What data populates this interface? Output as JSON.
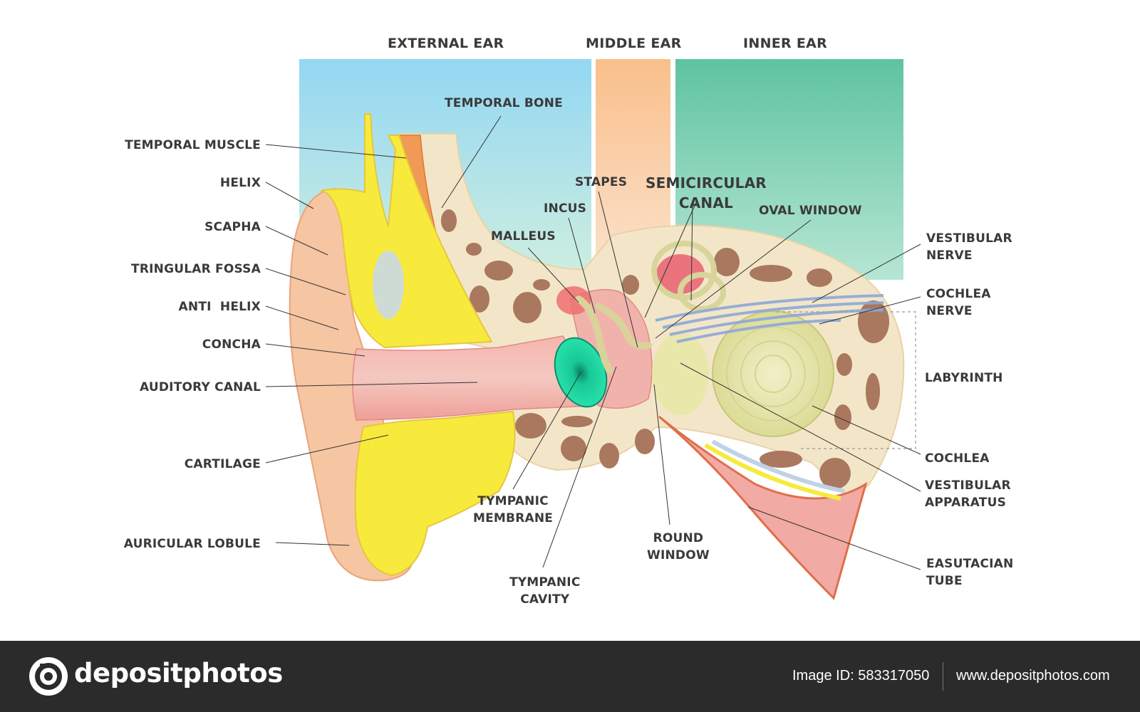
{
  "sections": {
    "external": "EXTERNAL EAR",
    "middle": "MIDDLE EAR",
    "inner": "INNER EAR"
  },
  "labels": {
    "temporal_bone": "TEMPORAL BONE",
    "temporal_muscle": "TEMPORAL MUSCLE",
    "helix": "HELIX",
    "scapha": "SCAPHA",
    "triangular_fossa": "TRINGULAR FOSSA",
    "anti_helix": "ANTI  HELIX",
    "concha": "CONCHA",
    "auditory_canal": "AUDITORY CANAL",
    "cartilage": "CARTILAGE",
    "auricular_lobule": "AURICULAR LOBULE",
    "stapes": "STAPES",
    "incus": "INCUS",
    "malleus": "MALLEUS",
    "semicircular_canal": "SEMICIRCULAR\nCANAL",
    "oval_window": "OVAL WINDOW",
    "vestibular_nerve": "VESTIBULAR\nNERVE",
    "cochlea_nerve": "COCHLEA\nNERVE",
    "labyrinth": "LABYRINTH",
    "cochlea": "COCHLEA",
    "vestibular_apparatus": "VESTIBULAR\nAPPARATUS",
    "eustachian_tube": "EASUTACIAN\nTUBE",
    "tympanic_membrane": "TYMPANIC\nMEMBRANE",
    "tympanic_cavity": "TYMPANIC\nCAVITY",
    "round_window": "ROUND\nWINDOW"
  },
  "colors": {
    "external_bg": "#9fdcef",
    "middle_bg": "#f9c596",
    "inner_bg": "#6cc7a8",
    "skin": "#f6c5a2",
    "cartilage": "#f7ea3c",
    "bone": "#f3e6c8",
    "bone_spot": "#a9785e",
    "canal": "#f2a8a3",
    "membrane": "#1ed6a0",
    "cochlea": "#ebe9b0",
    "nerve": "#8da8d8",
    "footer_bg": "#2b2b2b"
  },
  "footer": {
    "logo": "depositphotos",
    "image_id": "Image ID: 583317050",
    "site": "www.depositphotos.com"
  }
}
